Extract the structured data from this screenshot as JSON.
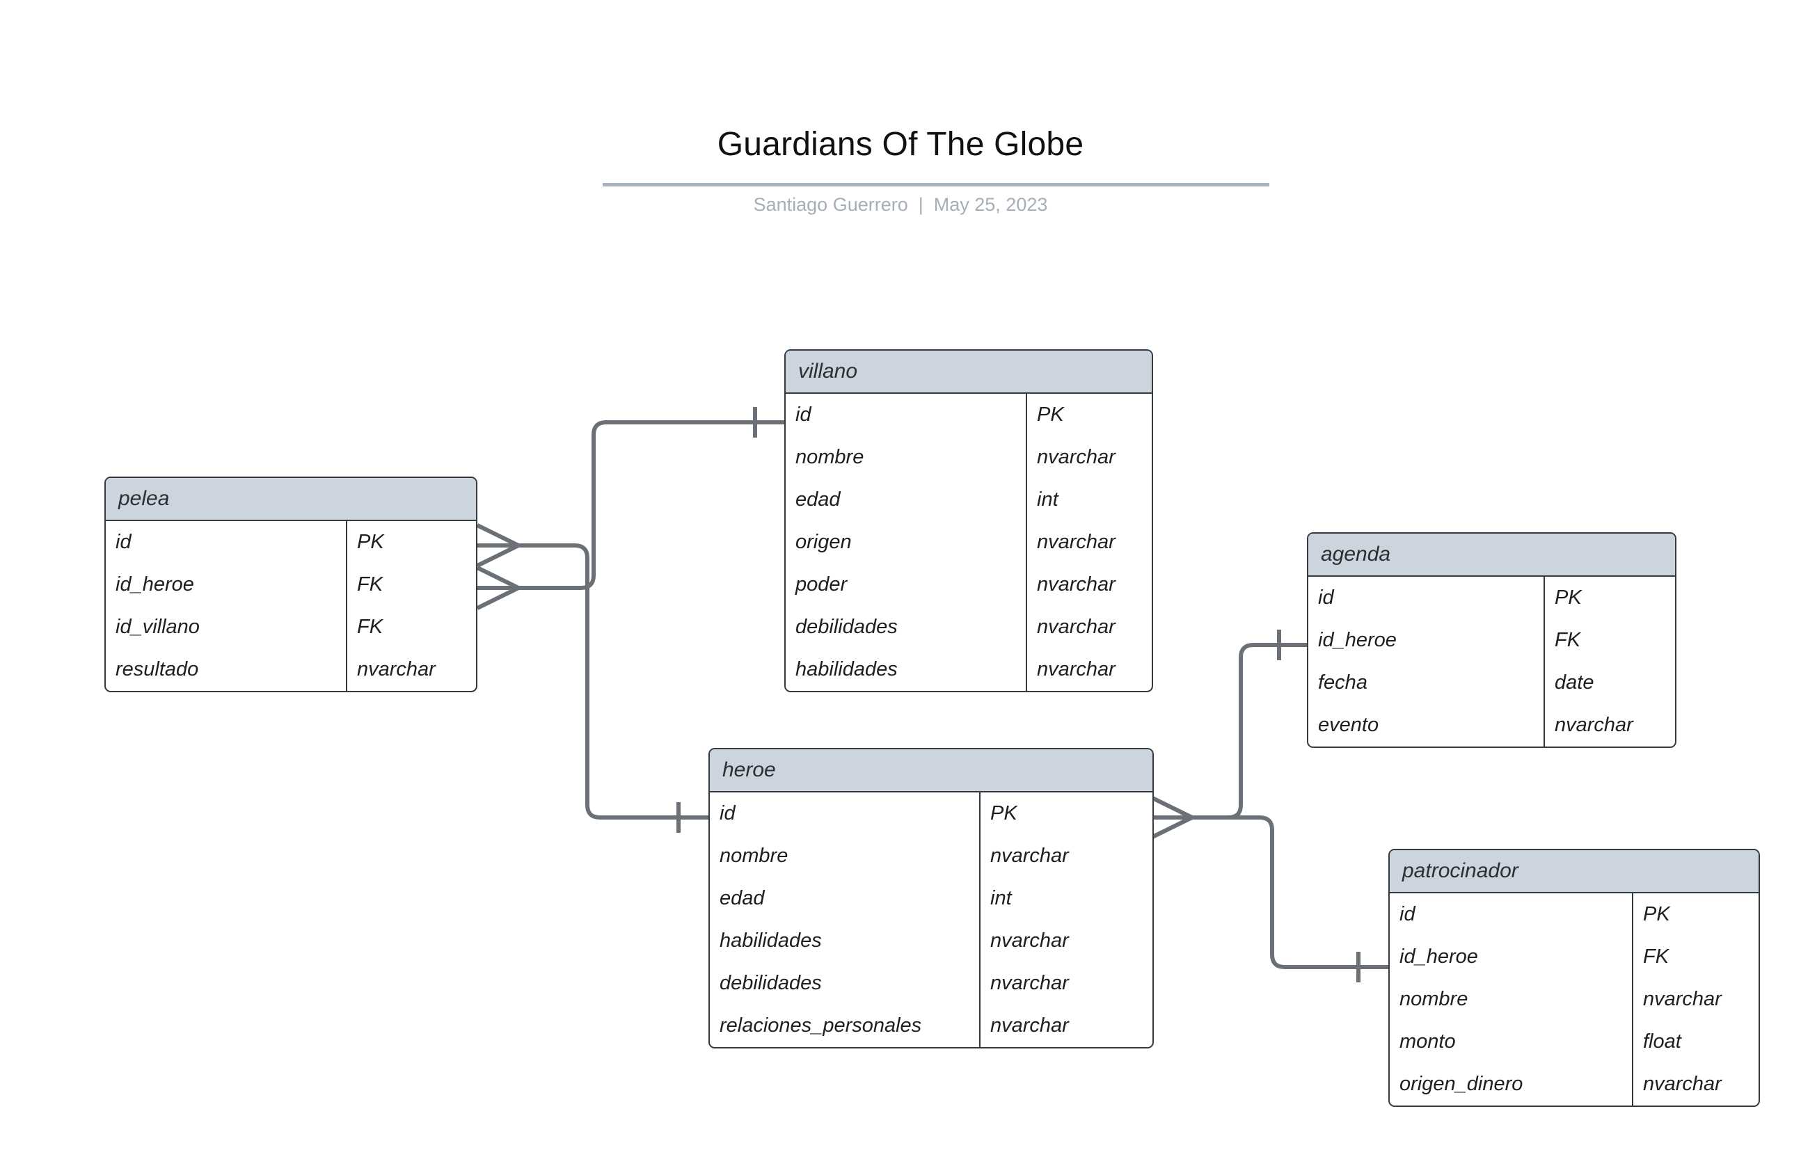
{
  "document": {
    "title": "Guardians Of The Globe",
    "byline": "Santiago Guerrero  |  May 25, 2023",
    "author": "Santiago Guerrero",
    "date": "May 25, 2023"
  },
  "theme": {
    "page_background": "#ffffff",
    "entity_header_fill": "#ccd4dd",
    "entity_border": "#343a40",
    "connector_line": "#6b7076",
    "title_rule": "#a9b2bd",
    "byline_text": "#a7aeb8"
  },
  "diagram": {
    "type": "entity-relationship",
    "notation": "crow's foot",
    "entities": [
      {
        "id": "pelea",
        "name": "pelea",
        "fields": [
          {
            "name": "id",
            "type": "PK"
          },
          {
            "name": "id_heroe",
            "type": "FK"
          },
          {
            "name": "id_villano",
            "type": "FK"
          },
          {
            "name": "resultado",
            "type": "nvarchar"
          }
        ]
      },
      {
        "id": "villano",
        "name": "villano",
        "fields": [
          {
            "name": "id",
            "type": "PK"
          },
          {
            "name": "nombre",
            "type": "nvarchar"
          },
          {
            "name": "edad",
            "type": "int"
          },
          {
            "name": "origen",
            "type": "nvarchar"
          },
          {
            "name": "poder",
            "type": "nvarchar"
          },
          {
            "name": "debilidades",
            "type": "nvarchar"
          },
          {
            "name": "habilidades",
            "type": "nvarchar"
          }
        ]
      },
      {
        "id": "heroe",
        "name": "heroe",
        "fields": [
          {
            "name": "id",
            "type": "PK"
          },
          {
            "name": "nombre",
            "type": "nvarchar"
          },
          {
            "name": "edad",
            "type": "int"
          },
          {
            "name": "habilidades",
            "type": "nvarchar"
          },
          {
            "name": "debilidades",
            "type": "nvarchar"
          },
          {
            "name": "relaciones_personales",
            "type": "nvarchar"
          }
        ]
      },
      {
        "id": "agenda",
        "name": "agenda",
        "fields": [
          {
            "name": "id",
            "type": "PK"
          },
          {
            "name": "id_heroe",
            "type": "FK"
          },
          {
            "name": "fecha",
            "type": "date"
          },
          {
            "name": "evento",
            "type": "nvarchar"
          }
        ]
      },
      {
        "id": "patrocinador",
        "name": "patrocinador",
        "fields": [
          {
            "name": "id",
            "type": "PK"
          },
          {
            "name": "id_heroe",
            "type": "FK"
          },
          {
            "name": "nombre",
            "type": "nvarchar"
          },
          {
            "name": "monto",
            "type": "float"
          },
          {
            "name": "origen_dinero",
            "type": "nvarchar"
          }
        ]
      }
    ],
    "relationships": [
      {
        "id": "pelea-villano",
        "from": "pelea",
        "from_field": "id_villano",
        "from_cardinality": "many",
        "to": "villano",
        "to_field": "id",
        "to_cardinality": "one"
      },
      {
        "id": "pelea-heroe",
        "from": "pelea",
        "from_field": "id_heroe",
        "from_cardinality": "many",
        "to": "heroe",
        "to_field": "id",
        "to_cardinality": "one"
      },
      {
        "id": "heroe-agenda",
        "from": "heroe",
        "from_field": "id",
        "from_cardinality": "many",
        "to": "agenda",
        "to_field": "id_heroe",
        "to_cardinality": "one"
      },
      {
        "id": "heroe-patrocinador",
        "from": "heroe",
        "from_field": "id",
        "from_cardinality": "many",
        "to": "patrocinador",
        "to_field": "id_heroe",
        "to_cardinality": "one"
      }
    ]
  }
}
